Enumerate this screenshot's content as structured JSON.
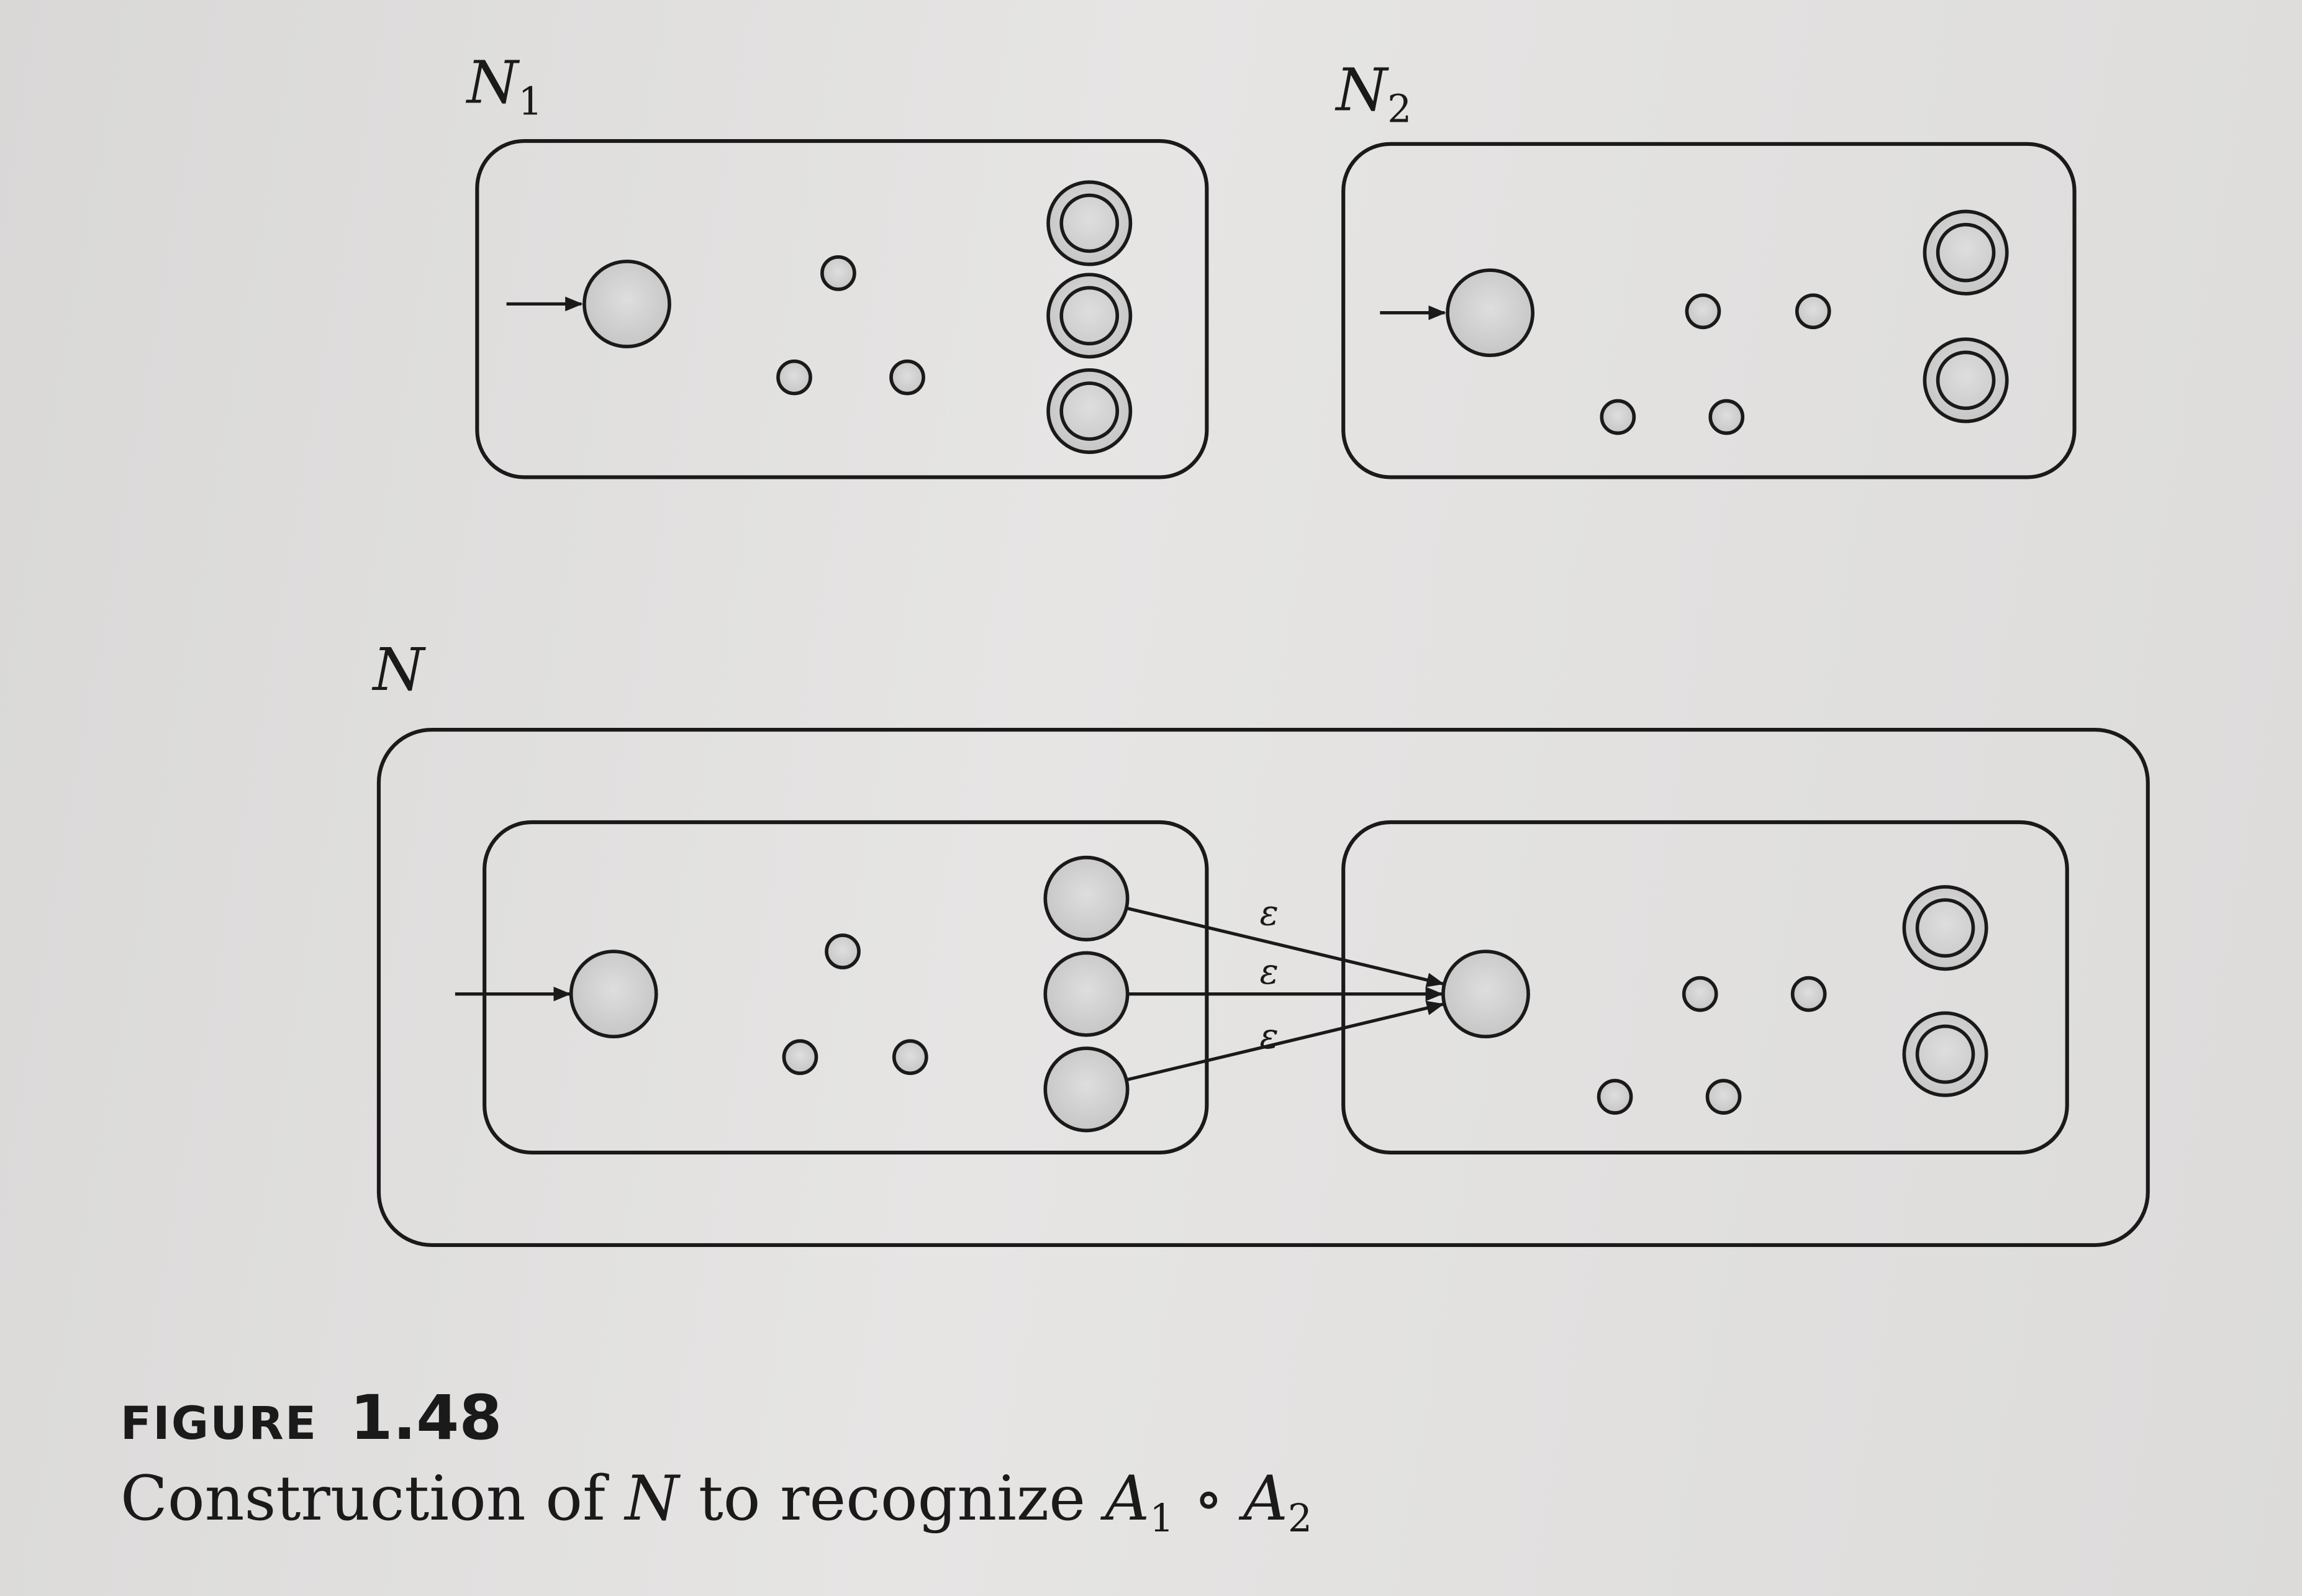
{
  "diagram": {
    "n1_label": {
      "main": "N",
      "sub": "1"
    },
    "n2_label": {
      "main": "N",
      "sub": "2"
    },
    "n_label": "N",
    "epsilon_labels": [
      "ε",
      "ε",
      "ε"
    ]
  },
  "caption": {
    "figure_word": "FIGURE",
    "figure_number": "1.48",
    "text_prefix": "Construction of ",
    "text_n": "N",
    "text_middle": " to recognize ",
    "a1": "A",
    "a1_sub": "1",
    "op": " ∘ ",
    "a2": "A",
    "a2_sub": "2"
  },
  "colors": {
    "ink": "#1a1a1a",
    "state_fill": "#cfcfcf"
  }
}
